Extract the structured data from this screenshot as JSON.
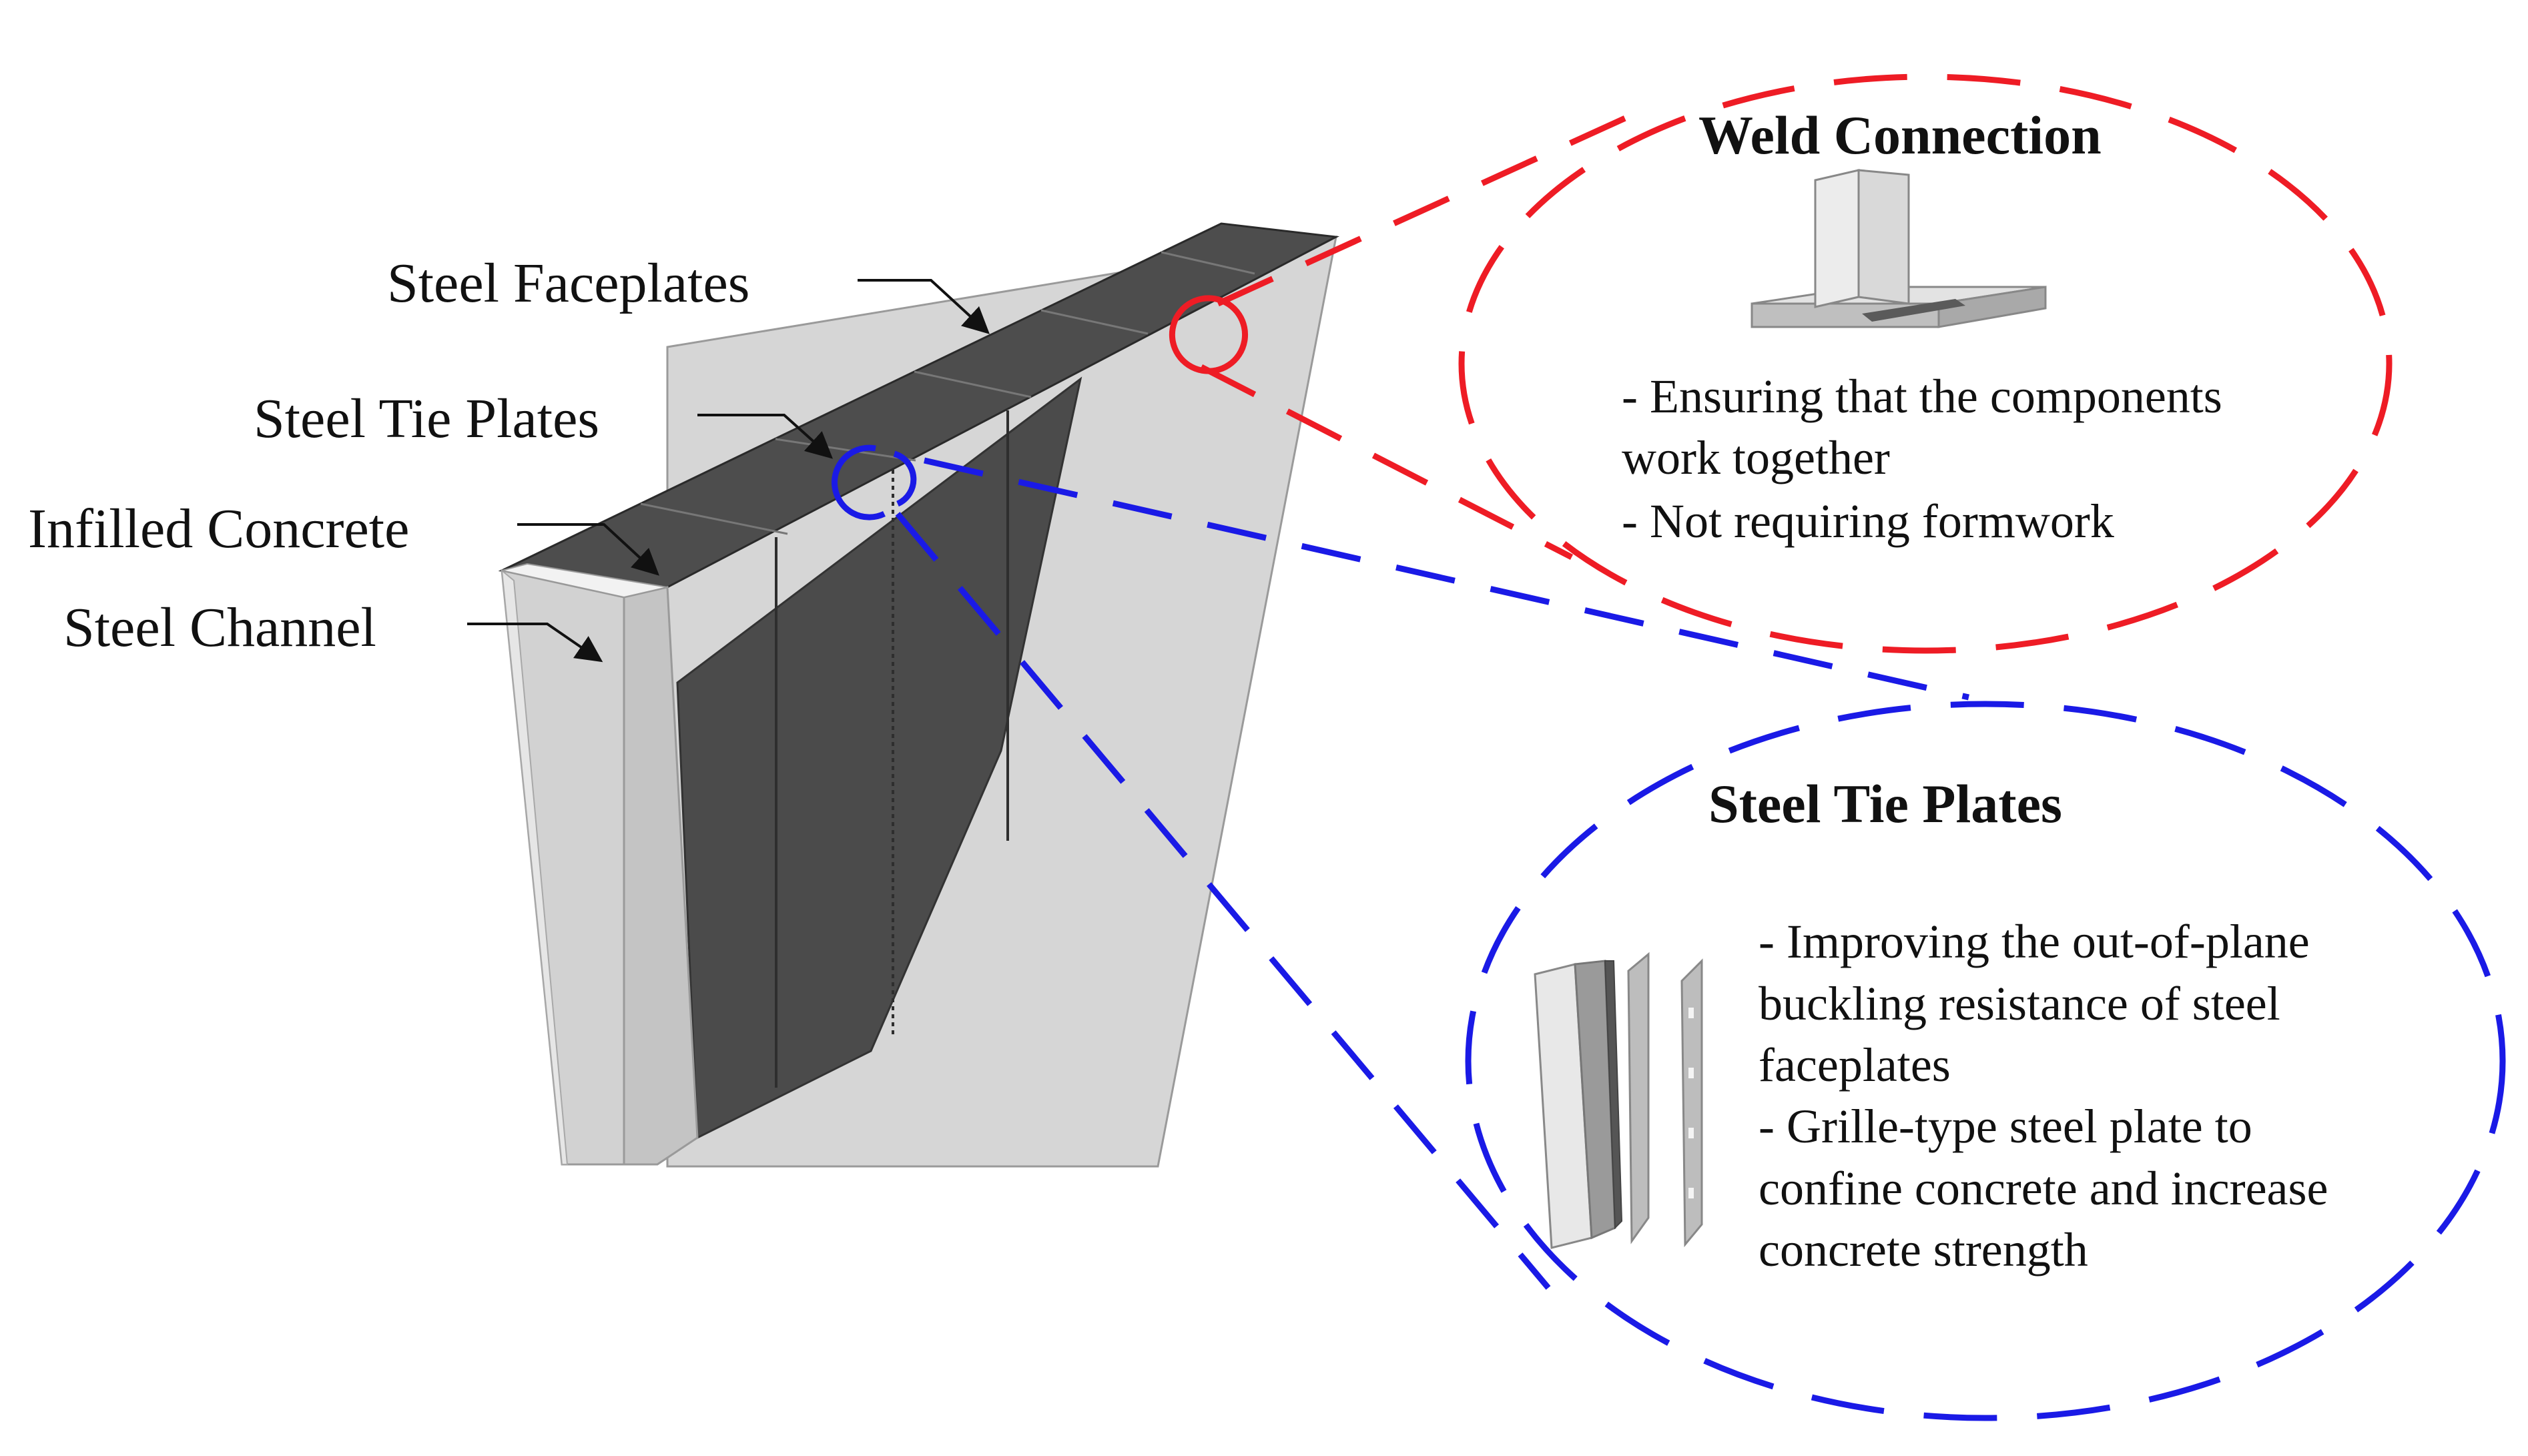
{
  "labels": {
    "faceplates": "Steel Faceplates",
    "tie_plates": "Steel Tie Plates",
    "infilled_concrete": "Infilled Concrete",
    "channel": "Steel Channel"
  },
  "weld_callout": {
    "title": "Weld Connection",
    "lines": [
      "- Ensuring that the components",
      "work together",
      "- Not requiring formwork"
    ]
  },
  "tie_callout": {
    "title": "Steel Tie Plates",
    "lines": [
      "- Improving the out-of-plane",
      "buckling resistance of  steel",
      "faceplates",
      "- Grille-type steel plate to",
      "confine concrete and increase",
      "concrete strength"
    ]
  },
  "colors": {
    "weld_callout": "#ee1c25",
    "tie_callout": "#1a1ae6",
    "faceplate_light": "#d9d9d9",
    "concrete_dark": "#4a4a4a"
  }
}
